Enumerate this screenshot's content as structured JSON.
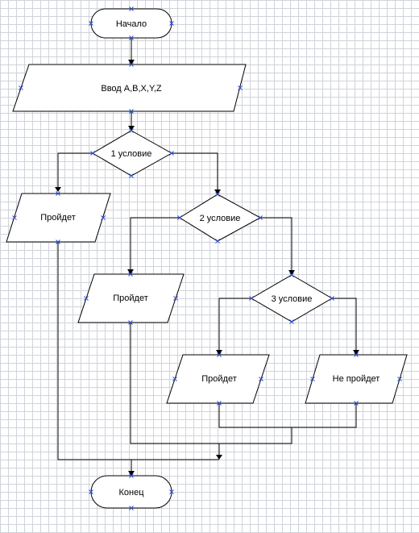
{
  "flowchart": {
    "start": "Начало",
    "input": "Ввод A,B,X,Y,Z",
    "cond1": "1 условие",
    "cond2": "2 условие",
    "cond3": "3 условие",
    "pass1": "Пройдет",
    "pass2": "Пройдет",
    "pass3": "Пройдет",
    "fail": "Не пройдет",
    "end": "Конец"
  },
  "colors": {
    "grid": "#cfd3da",
    "connection_point": "#2b4fd6",
    "stroke": "#000000"
  }
}
